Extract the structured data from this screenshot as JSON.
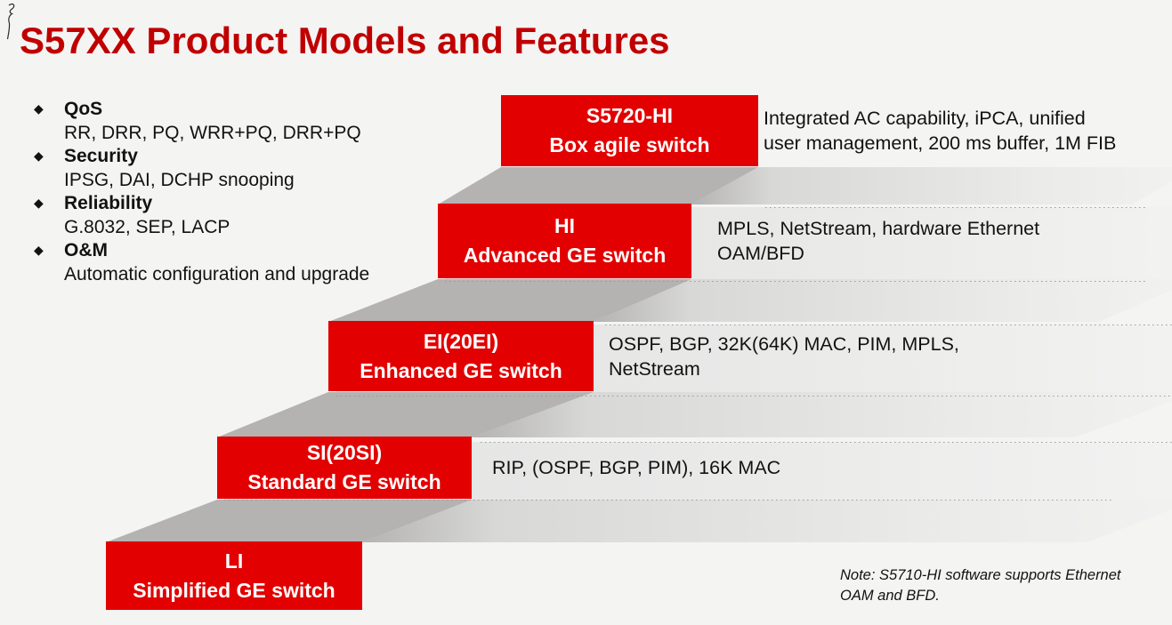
{
  "slide": {
    "title": "S57XX Product Models and Features",
    "note_lines": [
      "Note: S5710-HI software supports Ethernet",
      "OAM and BFD."
    ]
  },
  "features_list": {
    "bullet_glyph": "◆",
    "items": [
      {
        "heading": "QoS",
        "detail": "RR, DRR, PQ, WRR+PQ, DRR+PQ"
      },
      {
        "heading": "Security",
        "detail": "IPSG, DAI, DCHP snooping"
      },
      {
        "heading": "Reliability",
        "detail": "G.8032, SEP, LACP"
      },
      {
        "heading": "O&M",
        "detail": "Automatic configuration and upgrade"
      }
    ]
  },
  "stairs": [
    {
      "model": "S5720-HI",
      "category": "Box agile switch",
      "features_lines": [
        "Integrated AC capability, iPCA, unified",
        "user management, 200 ms buffer, 1M FIB"
      ]
    },
    {
      "model": "HI",
      "category": "Advanced GE switch",
      "features_lines": [
        "MPLS, NetStream, hardware Ethernet",
        "OAM/BFD"
      ]
    },
    {
      "model": "EI(20EI)",
      "category": "Enhanced GE switch",
      "features_lines": [
        "OSPF, BGP, 32K(64K) MAC, PIM, MPLS,",
        "NetStream"
      ]
    },
    {
      "model": "SI(20SI)",
      "category": "Standard GE switch",
      "features_lines": [
        "RIP, (OSPF, BGP, PIM), 16K MAC"
      ]
    },
    {
      "model": "LI",
      "category": "Simplified GE switch",
      "features_lines": []
    }
  ],
  "colors": {
    "accent_red": "#e20000",
    "title_red": "#c00000",
    "ramp_gray": "#b4b3b2",
    "band_gray": "#e3e3e2",
    "background": "#f4f4f3",
    "text_black": "#121212"
  }
}
